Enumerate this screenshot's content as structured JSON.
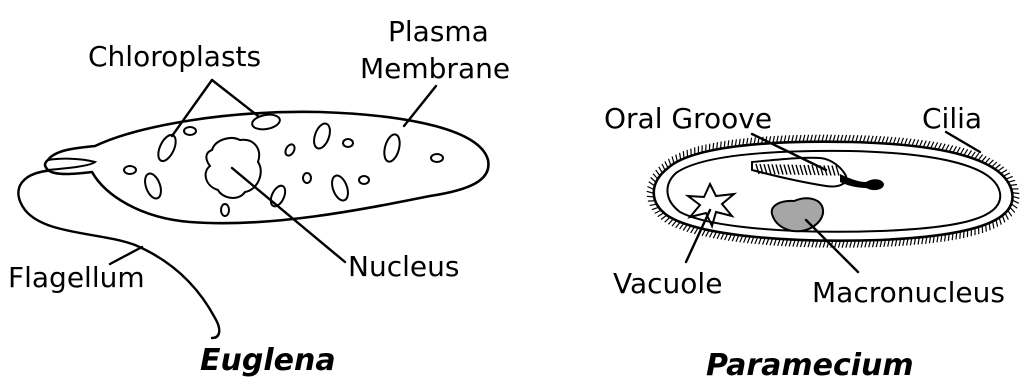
{
  "euglena": {
    "title": "Euglena",
    "labels": {
      "chloroplasts": "Chloroplasts",
      "plasma_membrane_line1": "Plasma",
      "plasma_membrane_line2": "Membrane",
      "nucleus": "Nucleus",
      "flagellum": "Flagellum"
    }
  },
  "paramecium": {
    "title": "Paramecium",
    "labels": {
      "oral_groove": "Oral Groove",
      "cilia": "Cilia",
      "vacuole": "Vacuole",
      "macronucleus": "Macronucleus"
    },
    "colors": {
      "macronucleus_fill": "#a6a6a6"
    }
  }
}
